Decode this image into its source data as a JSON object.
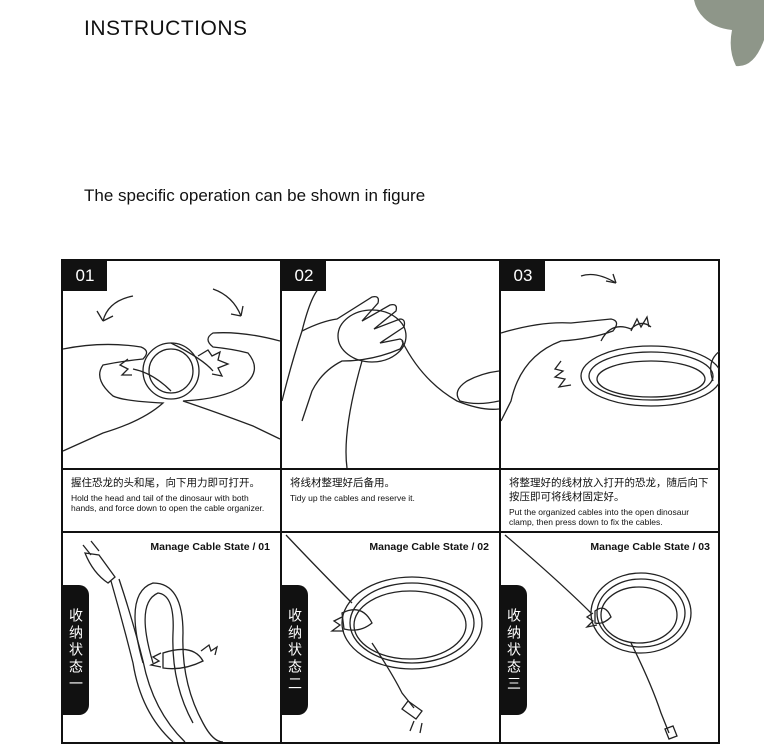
{
  "header": {
    "title": "INSTRUCTIONS",
    "subtitle": "The specific operation can be shown in figure"
  },
  "steps": [
    {
      "number": "01",
      "caption_cn": "握住恐龙的头和尾，向下用力即可打开。",
      "caption_en": "Hold the head and tail of the dinosaur with both hands, and force down to open the cable organizer."
    },
    {
      "number": "02",
      "caption_cn": "将线材整理好后备用。",
      "caption_en": "Tidy up the cables and reserve it."
    },
    {
      "number": "03",
      "caption_cn": "将整理好的线材放入打开的恐龙，随后向下按压即可将线材固定好。",
      "caption_en": "Put the organized cables into the open dinosaur clamp, then press down to fix the cables."
    }
  ],
  "states": [
    {
      "label": "Manage Cable State / 01",
      "cn": "收纳状态一"
    },
    {
      "label": "Manage Cable State / 02",
      "cn": "收纳状态二"
    },
    {
      "label": "Manage Cable State / 03",
      "cn": "收纳状态三"
    }
  ]
}
